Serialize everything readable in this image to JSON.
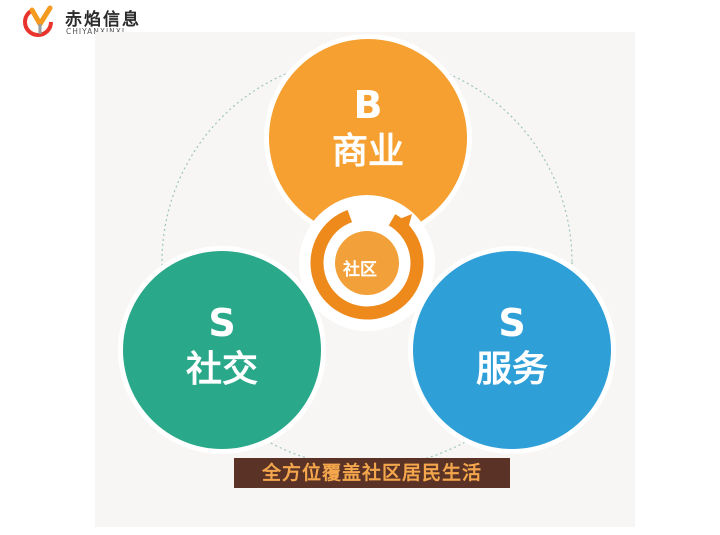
{
  "logo": {
    "title": "赤焰信息",
    "subtitle": "CHIYANXINXI",
    "colors": {
      "orange": "#f39a1f",
      "red": "#e8342c",
      "gray": "#9a9a9a"
    }
  },
  "diagram": {
    "top": {
      "letter": "B",
      "name": "商业",
      "color": "#f5a030"
    },
    "left": {
      "letter": "S",
      "name": "社交",
      "color": "#2aa88a"
    },
    "right": {
      "letter": "S",
      "name": "服务",
      "color": "#2f9fd8"
    },
    "center": {
      "label": "社区",
      "ring_color": "#ee8a1c",
      "fill_color": "#f2a13a"
    },
    "banner": {
      "text": "全方位覆盖社区居民生活",
      "bg_color": "#5a3326",
      "text_color": "#f4a64c"
    }
  }
}
